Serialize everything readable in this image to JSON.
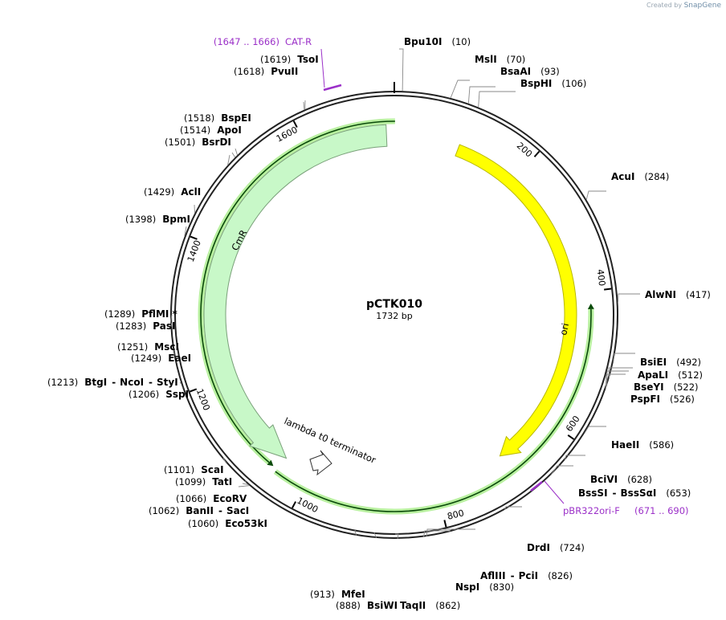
{
  "watermark": {
    "prefix": "Created by",
    "brand": "SnapGene"
  },
  "plasmid": {
    "name": "pCTK010",
    "length_label": "1732 bp",
    "length": 1732
  },
  "ticks": [
    {
      "pos": 200,
      "label": "200"
    },
    {
      "pos": 400,
      "label": "400"
    },
    {
      "pos": 600,
      "label": "600"
    },
    {
      "pos": 800,
      "label": "800"
    },
    {
      "pos": 1000,
      "label": "1000"
    },
    {
      "pos": 1200,
      "label": "1200"
    },
    {
      "pos": 1400,
      "label": "1400"
    },
    {
      "pos": 1600,
      "label": "1600"
    }
  ],
  "features": [
    {
      "name": "ori",
      "start": 101,
      "end": 689,
      "direction": "forward",
      "color": "#ffff00",
      "stroke": "#b8b800"
    },
    {
      "name": "CmR",
      "start": 1,
      "end": 1044,
      "direction": "reverse",
      "color": "#c8f8c8",
      "stroke": "#7aa07a",
      "wrap_from": 1732
    }
  ],
  "primers": [
    {
      "name": "CAT-R",
      "range": "1647 .. 1666",
      "start": 1647,
      "end": 1666
    },
    {
      "name": "pBR322ori-F",
      "range": "671 .. 690",
      "start": 671,
      "end": 690
    }
  ],
  "terminator": {
    "name": "lambda t0 terminator"
  },
  "enzymes": [
    {
      "name": "Bpu10I",
      "pos": "10"
    },
    {
      "name": "MslI",
      "pos": "70"
    },
    {
      "name": "BsaAI",
      "pos": "93"
    },
    {
      "name": "BspHI",
      "pos": "106"
    },
    {
      "name": "AcuI",
      "pos": "284"
    },
    {
      "name": "AlwNI",
      "pos": "417"
    },
    {
      "name": "BsiEI",
      "pos": "492"
    },
    {
      "name": "ApaLI",
      "pos": "512"
    },
    {
      "name": "BseYI",
      "pos": "522"
    },
    {
      "name": "PspFI",
      "pos": "526"
    },
    {
      "name": "HaeII",
      "pos": "586"
    },
    {
      "name": "BciVI",
      "pos": "628"
    },
    {
      "name": "BssSI",
      "pos": "653",
      "alt": "BssSαI"
    },
    {
      "name": "DrdI",
      "pos": "724"
    },
    {
      "name": "AflIII",
      "pos": "826",
      "alt": "PciI"
    },
    {
      "name": "NspI",
      "pos": "830"
    },
    {
      "name": "TaqII",
      "pos": "862"
    },
    {
      "name": "BsiWI",
      "pos": "888"
    },
    {
      "name": "MfeI",
      "pos": "913"
    },
    {
      "name": "Eco53kI",
      "pos": "1060"
    },
    {
      "name": "BanII",
      "pos": "1062",
      "alt": "SacI"
    },
    {
      "name": "EcoRV",
      "pos": "1066"
    },
    {
      "name": "TatI",
      "pos": "1099"
    },
    {
      "name": "ScaI",
      "pos": "1101"
    },
    {
      "name": "SspI",
      "pos": "1206"
    },
    {
      "name": "BtgI",
      "pos": "1213",
      "alt": "NcoI",
      "alt2": "StyI"
    },
    {
      "name": "EaeI",
      "pos": "1249"
    },
    {
      "name": "MscI",
      "pos": "1251"
    },
    {
      "name": "PasI",
      "pos": "1283"
    },
    {
      "name": "PflMI *",
      "pos": "1289"
    },
    {
      "name": "BpmI",
      "pos": "1398"
    },
    {
      "name": "AclI",
      "pos": "1429"
    },
    {
      "name": "BsrDI",
      "pos": "1501"
    },
    {
      "name": "ApoI",
      "pos": "1514"
    },
    {
      "name": "BspEI",
      "pos": "1518"
    },
    {
      "name": "PvuII",
      "pos": "1618"
    },
    {
      "name": "TsoI",
      "pos": "1619"
    }
  ]
}
